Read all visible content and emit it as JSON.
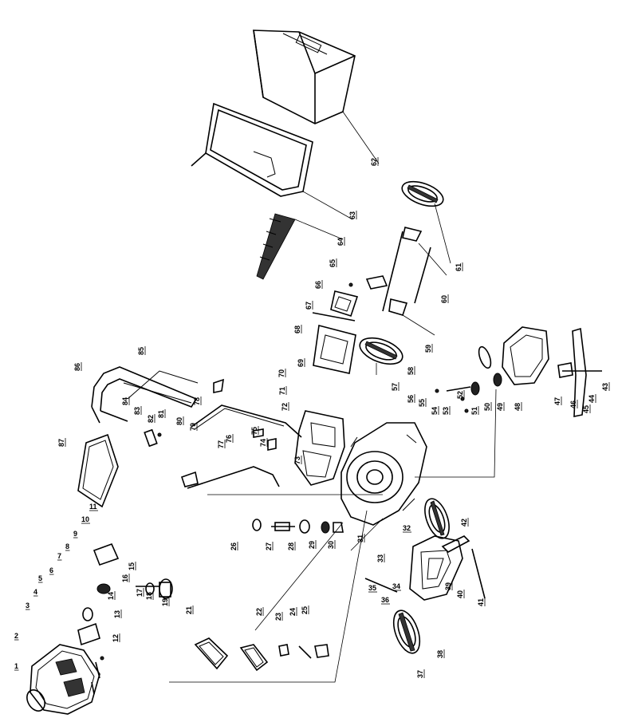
{
  "diagram": {
    "type": "exploded-parts-diagram",
    "subject": "lawn mower",
    "callouts": [
      "1",
      "2",
      "3",
      "4",
      "5",
      "6",
      "7",
      "8",
      "9",
      "10",
      "11",
      "12",
      "13",
      "14",
      "15",
      "16",
      "17",
      "18",
      "19",
      "21",
      "22",
      "23",
      "24",
      "25",
      "26",
      "27",
      "28",
      "29",
      "30",
      "31",
      "32",
      "33",
      "34",
      "35",
      "36",
      "37",
      "38",
      "39",
      "40",
      "41",
      "42",
      "43",
      "44",
      "45",
      "46",
      "47",
      "48",
      "49",
      "50",
      "51",
      "52",
      "53",
      "54",
      "55",
      "56",
      "57",
      "58",
      "59",
      "60",
      "61",
      "62",
      "63",
      "64",
      "65",
      "66",
      "67",
      "68",
      "69",
      "70",
      "71",
      "72",
      "73",
      "74",
      "75",
      "76",
      "77",
      "78",
      "79",
      "80",
      "81",
      "82",
      "83",
      "84",
      "85",
      "86",
      "87"
    ]
  }
}
